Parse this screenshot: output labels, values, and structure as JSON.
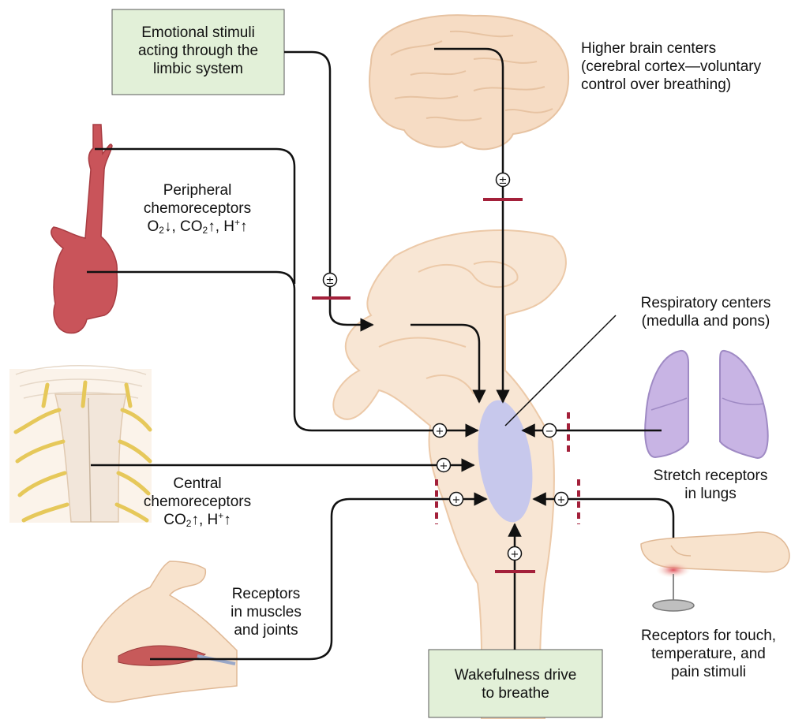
{
  "labels": {
    "emotional": [
      "Emotional stimuli",
      "acting through the",
      "limbic system"
    ],
    "higher_brain": [
      "Higher brain centers",
      "(cerebral cortex—voluntary",
      "control over breathing)"
    ],
    "peripheral": {
      "lines": [
        "Peripheral",
        "chemoreceptors"
      ],
      "o2": "O",
      "o2_sub": "2",
      "o2_arrow": "↓, ",
      "co2": "CO",
      "co2_sub": "2",
      "co2_arrow": "↑, ",
      "h": "H",
      "h_sup": "+",
      "h_arrow": "↑"
    },
    "respiratory": [
      "Respiratory centers",
      "(medulla and pons)"
    ],
    "central": {
      "lines": [
        "Central",
        "chemoreceptors"
      ],
      "co2": "CO",
      "co2_sub": "2",
      "co2_arrow": "↑, ",
      "h": "H",
      "h_sup": "+",
      "h_arrow": "↑"
    },
    "stretch": [
      "Stretch receptors",
      "in lungs"
    ],
    "muscles": [
      "Receptors",
      "in muscles",
      "and joints"
    ],
    "touch": [
      "Receptors for touch,",
      "temperature, and",
      "pain stimuli"
    ],
    "wakefulness": [
      "Wakefulness drive",
      "to breathe"
    ]
  },
  "signs": {
    "plus": "+",
    "minus": "−",
    "plus_minus": "±"
  },
  "colors": {
    "line": "#111111",
    "inhibition_bar": "#a3203a",
    "box_fill": "#e2f0d8",
    "brain": "#f6dcc4",
    "medulla_center": "#c7c8ec",
    "artery": "#c9545a",
    "lungs": "#c8b4e4",
    "nerves": "#e6c85a",
    "skin": "#f8e3cd"
  }
}
